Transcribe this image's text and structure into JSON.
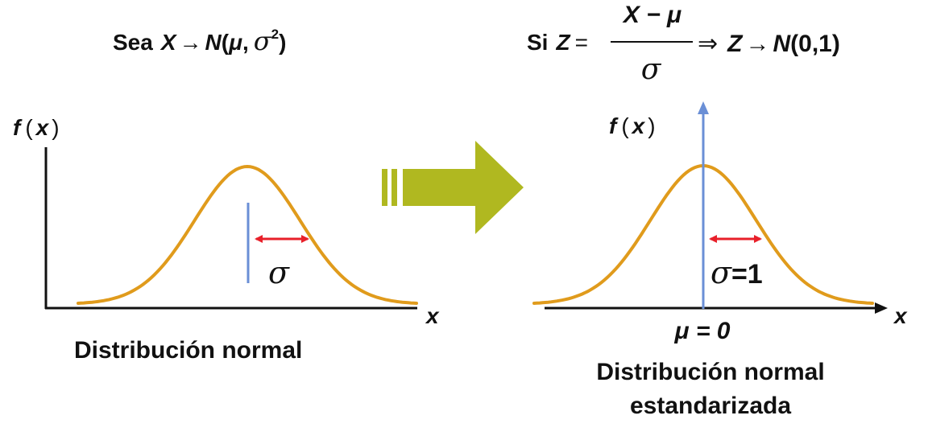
{
  "colors": {
    "curve": "#E09B1C",
    "sigma_arrow": "#E8202A",
    "mean_line": "#6A8FD6",
    "big_arrow": "#B0B820",
    "axis": "#111111"
  },
  "left": {
    "formula": {
      "prefix": "Sea",
      "var": "X",
      "arrow": "→",
      "dist": "N",
      "open": "(",
      "mu": "μ",
      "comma": ",",
      "sigma": "σ",
      "exp": "2",
      "close": ")"
    },
    "y_axis_label": {
      "f": "f",
      "open": "(",
      "x": "x",
      "close": ")"
    },
    "x_axis_label": "x",
    "sigma_label": "σ",
    "caption": "Distribución normal"
  },
  "right": {
    "formula": {
      "prefix": "Si",
      "z": "Z",
      "eq": "=",
      "numerator": "X − μ",
      "denominator": "σ",
      "implies": "⇒",
      "z2": "Z",
      "arrow": "→",
      "dist": "N",
      "params": "(0,1)"
    },
    "y_axis_label": {
      "f": "f",
      "open": "(",
      "x": "x",
      "close": ")"
    },
    "x_axis_label": "x",
    "sigma_label": "σ",
    "sigma_value": "=1",
    "mean_label": "μ = 0",
    "caption_line1": "Distribución normal",
    "caption_line2": "estandarizada"
  }
}
